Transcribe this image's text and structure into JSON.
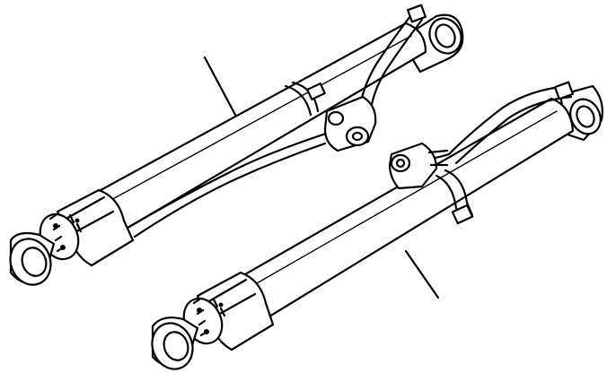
{
  "figure": {
    "line_color": "#000000",
    "background": "#ffffff",
    "components": [
      {
        "id": "upper-cylinder",
        "kind": "hydraulic-cylinder"
      },
      {
        "id": "lower-cylinder",
        "kind": "hydraulic-cylinder"
      }
    ]
  }
}
